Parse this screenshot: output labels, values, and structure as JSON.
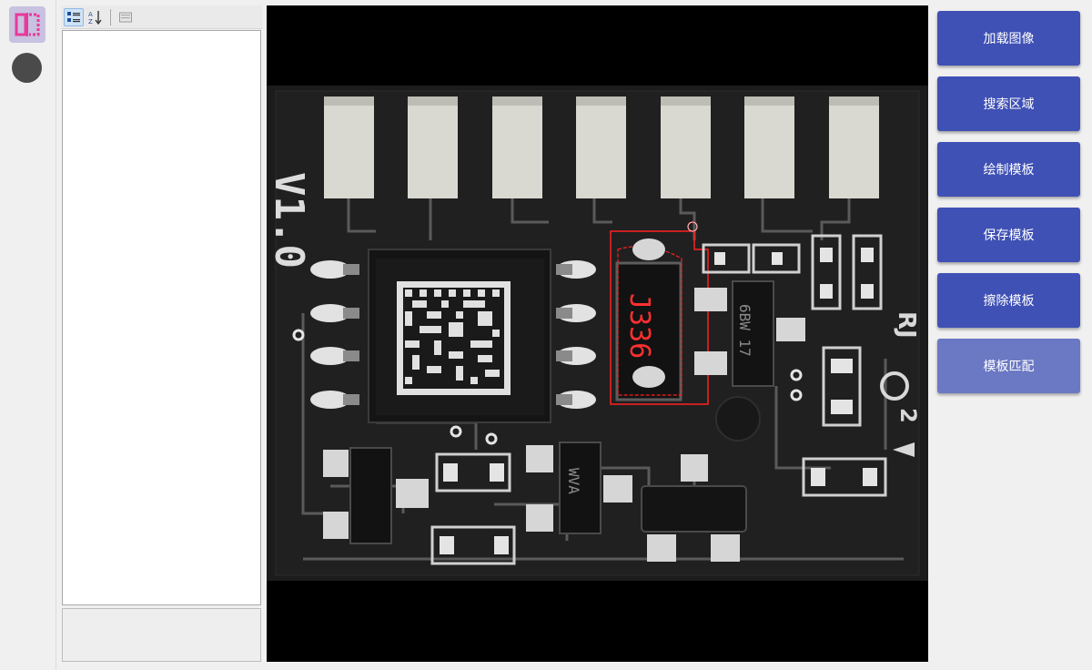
{
  "theme": {
    "button_bg": "#3f51b5",
    "button_bg_disabled": "#6b78c4",
    "button_text": "#ffffff",
    "rail_active": "#c9c1e0",
    "accent_pink": "#e8399a",
    "template_outline": "#ff2020"
  },
  "rail": {
    "items": [
      {
        "icon": "compare-split-icon",
        "active": true
      },
      {
        "icon": "record-dot-icon",
        "active": false
      }
    ]
  },
  "property_panel": {
    "toolbar": [
      {
        "icon": "categorized-sort-icon",
        "active": true
      },
      {
        "icon": "alphabetical-sort-icon",
        "active": false
      },
      {
        "icon": "property-pages-icon",
        "active": false
      }
    ]
  },
  "viewer": {
    "pcb_text": {
      "version": "V1.0",
      "chip_main": "J336",
      "chip_right": "6BW 17",
      "chip_bottom": "WVA",
      "corner_mark": "RJ",
      "corner_num": "2"
    }
  },
  "actions": {
    "load_image": "加载图像",
    "search_region": "搜索区域",
    "draw_template": "绘制模板",
    "save_template": "保存模板",
    "erase_template": "擦除模板",
    "template_match": "模板匹配"
  }
}
